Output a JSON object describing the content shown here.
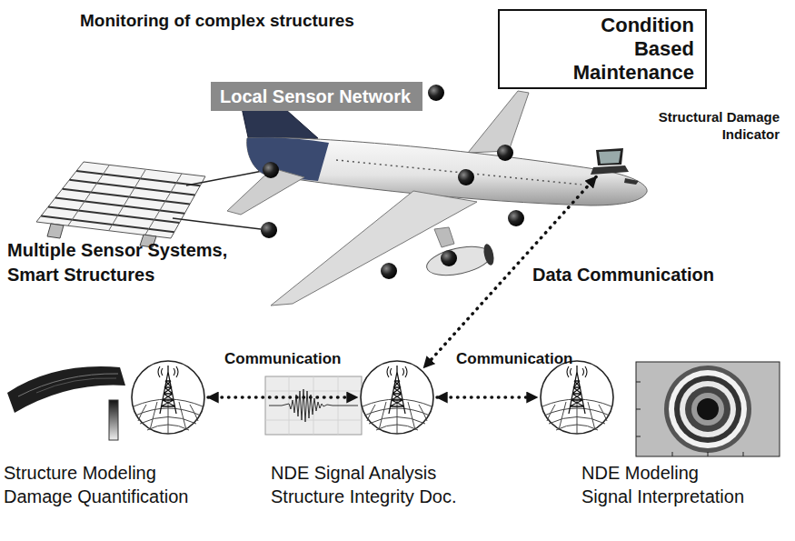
{
  "diagram": {
    "title": "Monitoring of complex structures",
    "nodes": [
      {
        "text": [
          "Condition Based Maintenance"
        ]
      },
      {
        "text": [
          "Local Sensor Network"
        ]
      },
      {
        "text": [
          "Structural Damage Indicator"
        ]
      },
      {
        "text": [
          "Structure Modeling Damage Quantification"
        ]
      },
      {
        "text": [
          "NDE Signal Analysis Structure Integrity Doc."
        ]
      },
      {
        "text": [
          "NDE Modeling Signal Interpretation"
        ]
      }
    ],
    "edges": [
      {
        "from": 3,
        "to": 4,
        "label": "Communication",
        "arrow": "both"
      },
      {
        "from": 4,
        "to": 5,
        "label": "Communication",
        "arrow": "both"
      },
      {
        "from": 2,
        "to": 4,
        "label": "Data Communication",
        "arrow": "both"
      }
    ],
    "labels": [
      "Multiple Sensor Systems, Smart Structures"
    ]
  }
}
